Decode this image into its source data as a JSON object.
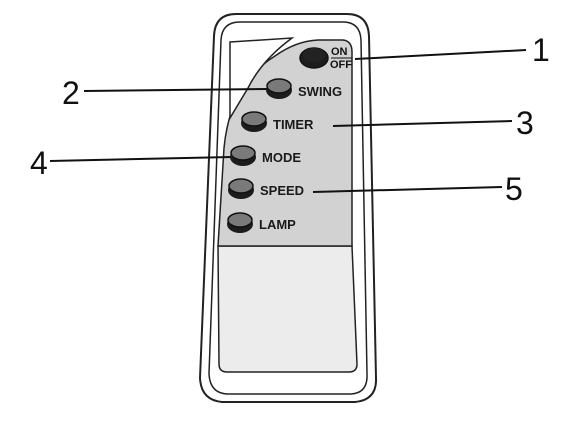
{
  "remote": {
    "power_on_label": "ON",
    "power_off_label": "OFF",
    "buttons": [
      {
        "label": "SWING"
      },
      {
        "label": "TIMER"
      },
      {
        "label": "MODE"
      },
      {
        "label": "SPEED"
      },
      {
        "label": "LAMP"
      }
    ]
  },
  "callouts": [
    "1",
    "2",
    "3",
    "4",
    "5"
  ],
  "colors": {
    "body": "#ffffff",
    "panel": "#d2d2d2",
    "button_top": "#7a7a7a",
    "button_base": "#1c1c1c",
    "outline": "#222222"
  }
}
